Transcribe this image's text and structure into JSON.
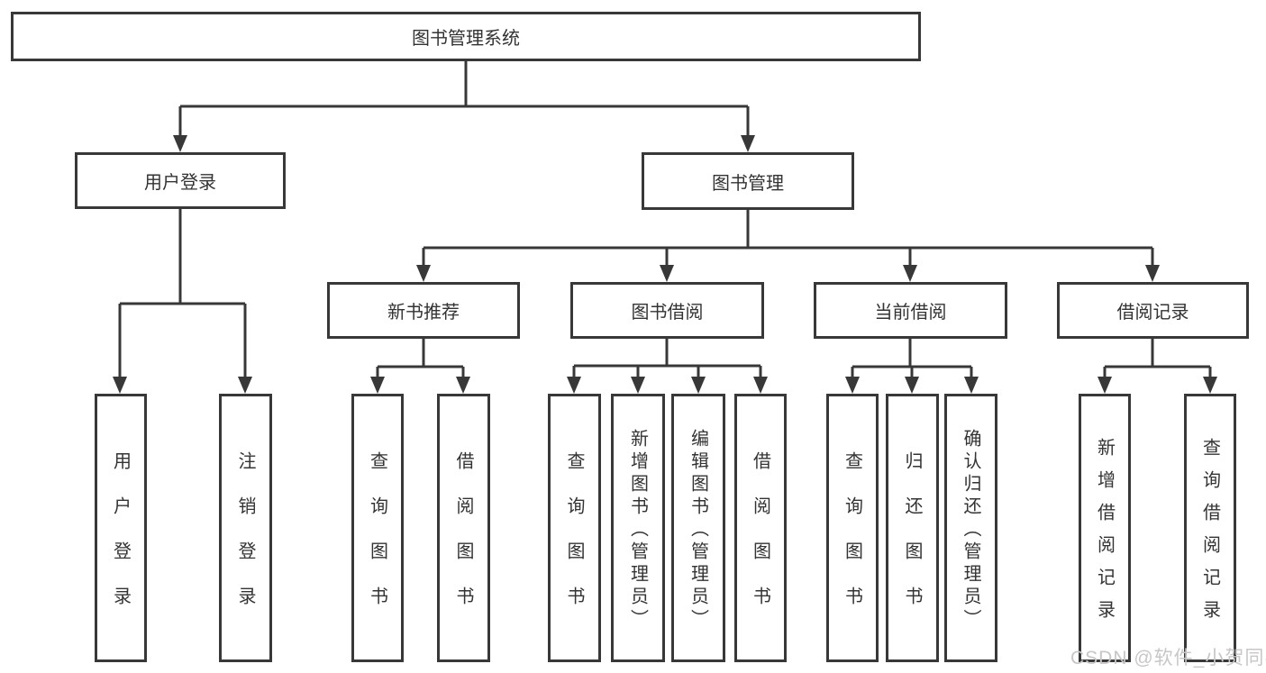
{
  "tree": {
    "root": {
      "label": "图书管理系统"
    },
    "branches": [
      {
        "label": "用户登录",
        "children": [
          {
            "label": "用户登录"
          },
          {
            "label": "注销登录"
          }
        ]
      },
      {
        "label": "图书管理",
        "children": [
          {
            "label": "新书推荐",
            "children": [
              {
                "label": "查询图书"
              },
              {
                "label": "借阅图书"
              }
            ]
          },
          {
            "label": "图书借阅",
            "children": [
              {
                "label": "查询图书"
              },
              {
                "label": "新增图书（管理员）"
              },
              {
                "label": "编辑图书（管理员）"
              },
              {
                "label": "借阅图书"
              }
            ]
          },
          {
            "label": "当前借阅",
            "children": [
              {
                "label": "查询图书"
              },
              {
                "label": "归还图书"
              },
              {
                "label": "确认归还（管理员）"
              }
            ]
          },
          {
            "label": "借阅记录",
            "children": [
              {
                "label": "新增借阅记录"
              },
              {
                "label": "查询借阅记录"
              }
            ]
          }
        ]
      }
    ]
  },
  "watermark": {
    "text": "CSDN @软件_小贺同学"
  },
  "colors": {
    "line": "#383838",
    "box_border": "#383838",
    "label_text": "#333333",
    "watermark_text": "#c8c6c6",
    "background": "#ffffff"
  }
}
